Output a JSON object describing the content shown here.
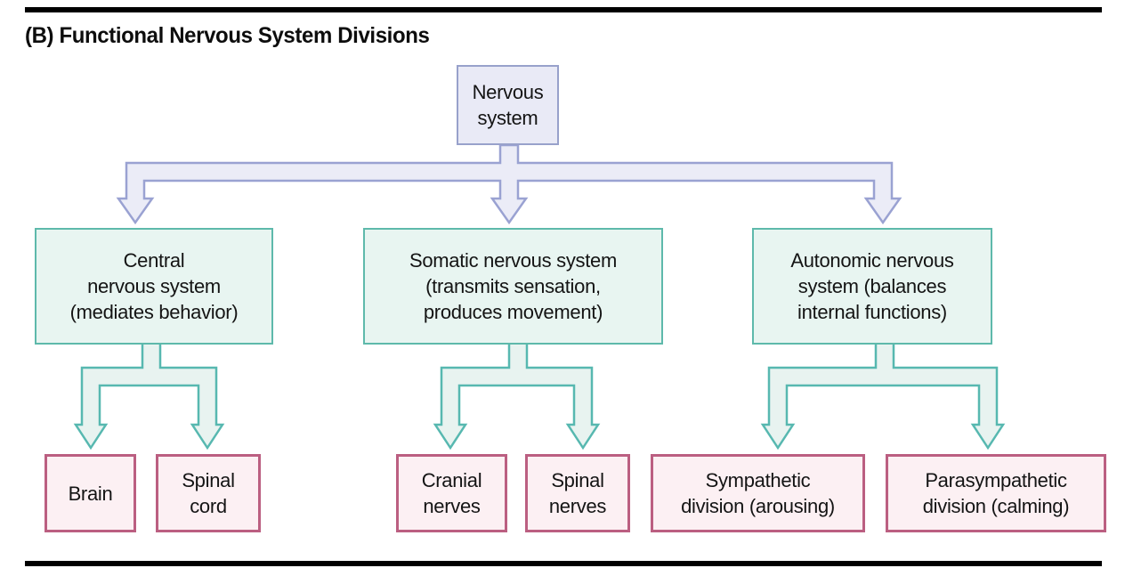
{
  "figure": {
    "title": "(B) Functional Nervous System Divisions"
  },
  "colors": {
    "root_fill": "#e9eaf6",
    "root_border": "#98a1cb",
    "branch_arrow_fill": "#ebecf7",
    "branch_arrow_stroke": "#9aa2d2",
    "mid_fill": "#e8f5f1",
    "mid_border": "#5eb9ab",
    "teal_arrow_fill": "#e8f3f0",
    "teal_arrow_stroke": "#57b8b0",
    "leaf_fill": "#fcf0f3",
    "leaf_border": "#bb5f81",
    "text": "#141414",
    "rule": "#000000"
  },
  "diagram": {
    "root": {
      "label": "Nervous system",
      "lines": "Nervous\nsystem"
    },
    "level2": [
      {
        "label": "Central nervous system (mediates behavior)",
        "lines": "Central\nnervous system\n(mediates behavior)"
      },
      {
        "label": "Somatic nervous system (transmits sensation, produces movement)",
        "lines": "Somatic nervous system\n(transmits sensation,\nproduces movement)"
      },
      {
        "label": "Autonomic nervous system (balances internal functions)",
        "lines": "Autonomic nervous\nsystem (balances\ninternal functions)"
      }
    ],
    "level3": [
      {
        "label": "Brain",
        "lines": "Brain"
      },
      {
        "label": "Spinal cord",
        "lines": "Spinal\ncord"
      },
      {
        "label": "Cranial nerves",
        "lines": "Cranial\nnerves"
      },
      {
        "label": "Spinal nerves",
        "lines": "Spinal\nnerves"
      },
      {
        "label": "Sympathetic division (arousing)",
        "lines": "Sympathetic\ndivision (arousing)"
      },
      {
        "label": "Parasympathetic division (calming)",
        "lines": "Parasympathetic\ndivision (calming)"
      }
    ]
  }
}
